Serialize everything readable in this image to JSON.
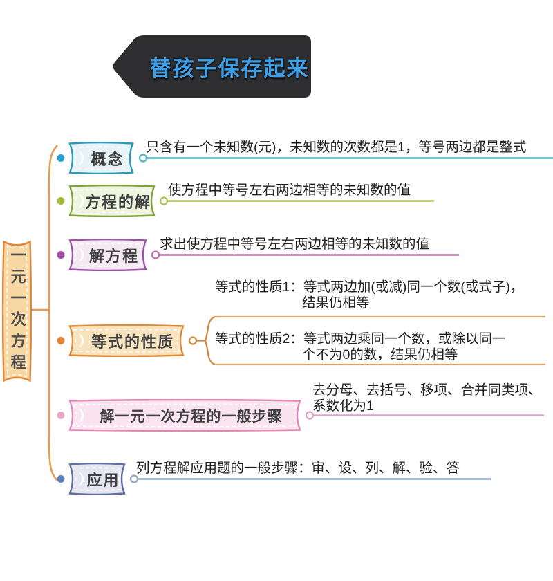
{
  "banner": {
    "label": "替孩子保存起来",
    "bg": "#2e2e30",
    "text_color": "#3d9fe8"
  },
  "root": {
    "label": "一元一次方程",
    "border": "#e0873b",
    "fill": "#f8d8a2",
    "line_color": "#e49b52"
  },
  "branches": [
    {
      "label": "概念",
      "border": "#2d9ab8",
      "fill": "#e6f4f8",
      "dot": "#2d9fd6",
      "line": "#45b5cc",
      "desc": "只含有一个未知数(元)，未知数的次数都是1，等号两边都是整式"
    },
    {
      "label": "方程的解",
      "border": "#7fa03a",
      "fill": "#eff4df",
      "dot": "#a2bd3b",
      "line": "#a9c455",
      "desc": "使方程中等号左右两边相等的未知数的值"
    },
    {
      "label": "解方程",
      "border": "#9a53a0",
      "fill": "#f5eaf4",
      "dot": "#a350a8",
      "line": "#bc6fad",
      "desc": "求出使方程中等号左右两边相等的未知数的值"
    },
    {
      "label": "等式的性质",
      "border": "#dd8c3c",
      "fill": "#f8e3bf",
      "dot": "#e58434",
      "line": "#d08a3e",
      "child_line_color": "#d6a767",
      "children": [
        {
          "line1": "等式的性质1：等式两边加(或减)同一个数(或式子)，",
          "line2": "结果仍相等"
        },
        {
          "line1": "等式的性质2：等式两边乘同一个数，或除以同一",
          "line2": "个不为0的数，结果仍相等"
        }
      ]
    },
    {
      "label": "解一元一次方程的一般步骤",
      "border": "#e288b4",
      "fill": "#fae4ef",
      "dot": "#e8a8c8",
      "line": "#dca3c5",
      "desc_line1": "去分母、去括号、移项、合并同类项、",
      "desc_line2": "系数化为1"
    },
    {
      "label": "应用",
      "border": "#5f6fa0",
      "fill": "#e5e6f2",
      "dot": "#5c7fc0",
      "line": "#8fa6c9",
      "desc": "列方程解应用题的一般步骤：审、设、列、解、验、答"
    }
  ]
}
